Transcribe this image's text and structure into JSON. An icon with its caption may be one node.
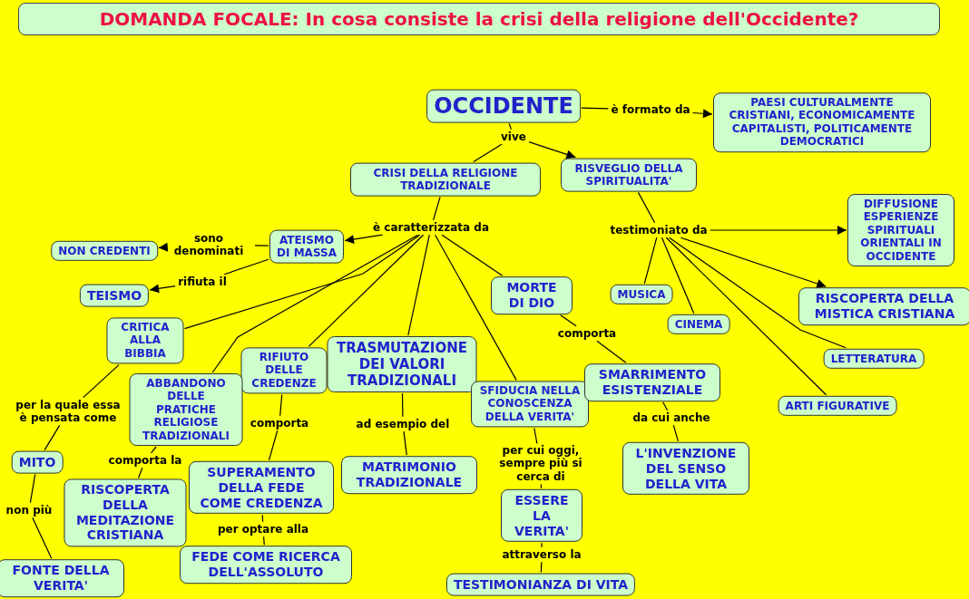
{
  "diagram": {
    "title": "DOMANDA FOCALE: In cosa consiste la crisi della religione dell'Occidente?",
    "nodes": [
      {
        "text": [
          "OCCIDENTE"
        ]
      },
      {
        "text": [
          "è formato da"
        ]
      },
      {
        "text": [
          "PAESI CULTURALMENTE CRISTIANI, ECONOMICAMENTE CAPITALISTI, POLITICAMENTE DEMOCRATICI"
        ]
      },
      {
        "text": [
          "vive"
        ]
      },
      {
        "text": [
          "CRISI DELLA RELIGIONE TRADIZIONALE"
        ]
      },
      {
        "text": [
          "RISVEGLIO DELLA SPIRITUALITA'"
        ]
      },
      {
        "text": [
          "DIFFUSIONE ESPERIENZE SPIRITUALI ORIENTALI IN OCCIDENTE"
        ]
      },
      {
        "text": [
          "è caratterizzata da"
        ]
      },
      {
        "text": [
          "testimoniato da"
        ]
      },
      {
        "text": [
          "NON CREDENTI"
        ]
      },
      {
        "text": [
          "sono denominati"
        ]
      },
      {
        "text": [
          "ATEISMO DI MASSA"
        ]
      },
      {
        "text": [
          "rifiuta il"
        ]
      },
      {
        "text": [
          "TEISMO"
        ]
      },
      {
        "text": [
          "MORTE DI DIO"
        ]
      },
      {
        "text": [
          "MUSICA"
        ]
      },
      {
        "text": [
          "RISCOPERTA DELLA MISTICA CRISTIANA"
        ]
      },
      {
        "text": [
          "CRITICA ALLA BIBBIA"
        ]
      },
      {
        "text": [
          "CINEMA"
        ]
      },
      {
        "text": [
          "comporta"
        ]
      },
      {
        "text": [
          "RIFIUTO DELLE CREDENZE"
        ]
      },
      {
        "text": [
          "TRASMUTAZIONE DEI VALORI TRADIZIONALI"
        ]
      },
      {
        "text": [
          "LETTERATURA"
        ]
      },
      {
        "text": [
          "ABBANDONO DELLE PRATICHE RELIGIOSE TRADIZIONALI"
        ]
      },
      {
        "text": [
          "SFIDUCIA NELLA CONOSCENZA DELLA VERITA'"
        ]
      },
      {
        "text": [
          "SMARRIMENTO ESISTENZIALE"
        ]
      },
      {
        "text": [
          "ARTI FIGURATIVE"
        ]
      },
      {
        "text": [
          "per la quale essa è pensata come"
        ]
      },
      {
        "text": [
          "comporta"
        ]
      },
      {
        "text": [
          "ad esempio del"
        ]
      },
      {
        "text": [
          "da cui anche"
        ]
      },
      {
        "text": [
          "MITO"
        ]
      },
      {
        "text": [
          "comporta la"
        ]
      },
      {
        "text": [
          "per cui oggi, sempre più si cerca di"
        ]
      },
      {
        "text": [
          "SUPERAMENTO DELLA FEDE COME CREDENZA"
        ]
      },
      {
        "text": [
          "MATRIMONIO TRADIZIONALE"
        ]
      },
      {
        "text": [
          "L'INVENZIONE DEL SENSO DELLA VITA"
        ]
      },
      {
        "text": [
          "RISCOPERTA DELLA MEDITAZIONE CRISTIANA"
        ]
      },
      {
        "text": [
          "ESSERE LA VERITA'"
        ]
      },
      {
        "text": [
          "non più"
        ]
      },
      {
        "text": [
          "per optare alla"
        ]
      },
      {
        "text": [
          "attraverso la"
        ]
      },
      {
        "text": [
          "FONTE DELLA VERITA'"
        ]
      },
      {
        "text": [
          "FEDE COME RICERCA DELL'ASSOLUTO"
        ]
      },
      {
        "text": [
          "TESTIMONIANZA DI VITA"
        ]
      }
    ],
    "edges": [
      {
        "from": 0,
        "to": 1,
        "arrow": "none"
      },
      {
        "from": 1,
        "to": 2,
        "arrow": "to"
      },
      {
        "from": 0,
        "to": 3,
        "arrow": "none"
      },
      {
        "from": 3,
        "to": 4,
        "arrow": "none"
      },
      {
        "from": 3,
        "to": 5,
        "arrow": "to"
      },
      {
        "from": 4,
        "to": 7,
        "arrow": "none"
      },
      {
        "from": 7,
        "to": 11,
        "arrow": "to"
      },
      {
        "from": 7,
        "to": 17,
        "arrow": "none"
      },
      {
        "from": 7,
        "to": 23,
        "arrow": "none"
      },
      {
        "from": 7,
        "to": 20,
        "arrow": "none"
      },
      {
        "from": 7,
        "to": 21,
        "arrow": "none"
      },
      {
        "from": 7,
        "to": 24,
        "arrow": "none"
      },
      {
        "from": 7,
        "to": 14,
        "arrow": "none"
      },
      {
        "from": 5,
        "to": 8,
        "arrow": "none"
      },
      {
        "from": 8,
        "to": 6,
        "arrow": "to"
      },
      {
        "from": 8,
        "to": 15,
        "arrow": "none"
      },
      {
        "from": 8,
        "to": 18,
        "arrow": "none"
      },
      {
        "from": 8,
        "to": 16,
        "arrow": "to"
      },
      {
        "from": 8,
        "to": 22,
        "arrow": "none"
      },
      {
        "from": 8,
        "to": 26,
        "arrow": "none"
      },
      {
        "from": 11,
        "to": 10,
        "arrow": "none"
      },
      {
        "from": 10,
        "to": 9,
        "arrow": "to"
      },
      {
        "from": 11,
        "to": 12,
        "arrow": "none"
      },
      {
        "from": 12,
        "to": 13,
        "arrow": "to"
      },
      {
        "from": 14,
        "to": 19,
        "arrow": "none"
      },
      {
        "from": 19,
        "to": 25,
        "arrow": "none"
      },
      {
        "from": 25,
        "to": 30,
        "arrow": "none"
      },
      {
        "from": 30,
        "to": 36,
        "arrow": "none"
      },
      {
        "from": 17,
        "to": 27,
        "arrow": "none"
      },
      {
        "from": 27,
        "to": 31,
        "arrow": "none"
      },
      {
        "from": 31,
        "to": 39,
        "arrow": "none"
      },
      {
        "from": 39,
        "to": 42,
        "arrow": "none"
      },
      {
        "from": 20,
        "to": 28,
        "arrow": "none"
      },
      {
        "from": 28,
        "to": 34,
        "arrow": "none"
      },
      {
        "from": 34,
        "to": 40,
        "arrow": "none"
      },
      {
        "from": 40,
        "to": 43,
        "arrow": "none"
      },
      {
        "from": 23,
        "to": 32,
        "arrow": "none"
      },
      {
        "from": 32,
        "to": 37,
        "arrow": "none"
      },
      {
        "from": 21,
        "to": 29,
        "arrow": "none"
      },
      {
        "from": 29,
        "to": 35,
        "arrow": "none"
      },
      {
        "from": 24,
        "to": 33,
        "arrow": "none"
      },
      {
        "from": 33,
        "to": 38,
        "arrow": "none"
      },
      {
        "from": 38,
        "to": 41,
        "arrow": "none"
      },
      {
        "from": 41,
        "to": 44,
        "arrow": "none"
      }
    ]
  }
}
